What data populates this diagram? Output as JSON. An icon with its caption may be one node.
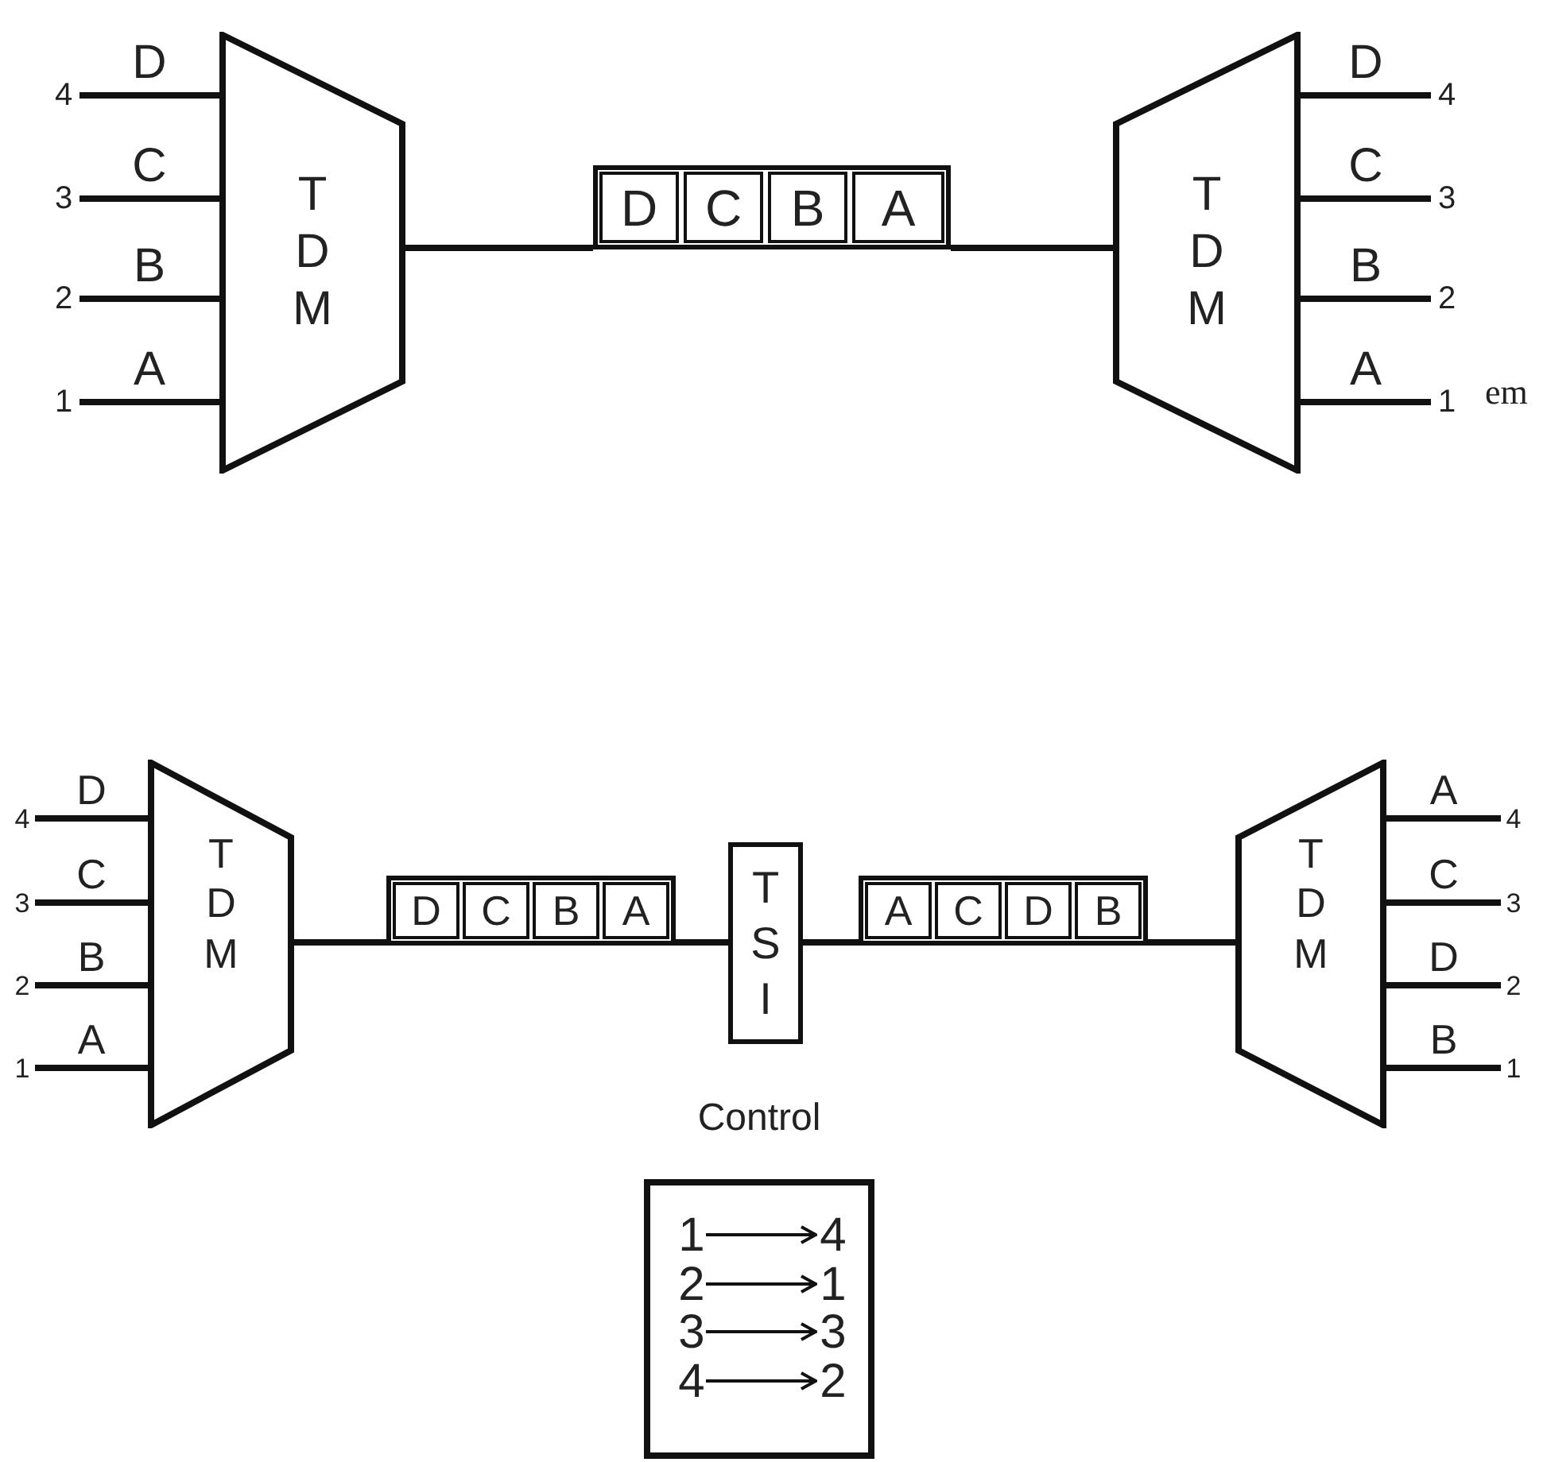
{
  "diagram": {
    "nodes": [
      {
        "text": [
          "4"
        ]
      },
      {
        "text": [
          "3"
        ]
      },
      {
        "text": [
          "2"
        ]
      },
      {
        "text": [
          "1"
        ]
      },
      {
        "text": [
          "T D M"
        ]
      },
      {
        "text": [],
        "shape": "box"
      },
      {
        "text": [
          "D"
        ],
        "in": 5
      },
      {
        "text": [
          "C"
        ],
        "in": 5
      },
      {
        "text": [
          "B"
        ],
        "in": 5
      },
      {
        "text": [
          "A"
        ],
        "in": 5
      },
      {
        "text": [
          "T D M"
        ]
      },
      {
        "text": [
          "4"
        ]
      },
      {
        "text": [
          "3"
        ]
      },
      {
        "text": [
          "2"
        ]
      },
      {
        "text": [
          "1"
        ]
      },
      {
        "text": [
          "4"
        ]
      },
      {
        "text": [
          "3"
        ]
      },
      {
        "text": [
          "2"
        ]
      },
      {
        "text": [
          "1"
        ]
      },
      {
        "text": [
          "T D M"
        ]
      },
      {
        "text": [],
        "shape": "box"
      },
      {
        "text": [
          "D"
        ],
        "in": 20
      },
      {
        "text": [
          "C"
        ],
        "in": 20
      },
      {
        "text": [
          "B"
        ],
        "in": 20
      },
      {
        "text": [
          "A"
        ],
        "in": 20
      },
      {
        "text": [
          "T S I"
        ]
      },
      {
        "text": [],
        "shape": "box"
      },
      {
        "text": [
          "A"
        ],
        "in": 26
      },
      {
        "text": [
          "C"
        ],
        "in": 26
      },
      {
        "text": [
          "D"
        ],
        "in": 26
      },
      {
        "text": [
          "B"
        ],
        "in": 26
      },
      {
        "text": [
          "T D M"
        ]
      },
      {
        "text": [
          "4"
        ]
      },
      {
        "text": [
          "3"
        ]
      },
      {
        "text": [
          "2"
        ]
      },
      {
        "text": [
          "1"
        ]
      },
      {
        "text": [
          "Control"
        ]
      },
      {
        "text": [
          "1"
        ],
        "in": 36
      },
      {
        "text": [
          "4"
        ],
        "in": 36
      },
      {
        "text": [
          "2"
        ],
        "in": 36
      },
      {
        "text": [
          "1"
        ],
        "in": 36
      },
      {
        "text": [
          "3"
        ],
        "in": 36
      },
      {
        "text": [
          "3"
        ],
        "in": 36
      },
      {
        "text": [
          "4"
        ],
        "in": 36
      },
      {
        "text": [
          "2"
        ],
        "in": 36
      }
    ],
    "edges": [
      {
        "from": 0,
        "to": 4,
        "arrow": "none",
        "label": "D"
      },
      {
        "from": 1,
        "to": 4,
        "arrow": "none",
        "label": "C"
      },
      {
        "from": 2,
        "to": 4,
        "arrow": "none",
        "label": "B"
      },
      {
        "from": 3,
        "to": 4,
        "arrow": "none",
        "label": "A"
      },
      {
        "from": 4,
        "to": 5,
        "arrow": "none"
      },
      {
        "from": 5,
        "to": 10,
        "arrow": "none"
      },
      {
        "from": 10,
        "to": 11,
        "arrow": "none",
        "label": "D"
      },
      {
        "from": 10,
        "to": 12,
        "arrow": "none",
        "label": "C"
      },
      {
        "from": 10,
        "to": 13,
        "arrow": "none",
        "label": "B"
      },
      {
        "from": 10,
        "to": 14,
        "arrow": "none",
        "label": "A"
      },
      {
        "from": 15,
        "to": 19,
        "arrow": "none",
        "label": "D"
      },
      {
        "from": 16,
        "to": 19,
        "arrow": "none",
        "label": "C"
      },
      {
        "from": 17,
        "to": 19,
        "arrow": "none",
        "label": "B"
      },
      {
        "from": 18,
        "to": 19,
        "arrow": "none",
        "label": "A"
      },
      {
        "from": 19,
        "to": 20,
        "arrow": "none"
      },
      {
        "from": 20,
        "to": 25,
        "arrow": "none"
      },
      {
        "from": 25,
        "to": 26,
        "arrow": "none"
      },
      {
        "from": 26,
        "to": 31,
        "arrow": "none"
      },
      {
        "from": 31,
        "to": 32,
        "arrow": "none",
        "label": "A"
      },
      {
        "from": 31,
        "to": 33,
        "arrow": "none",
        "label": "C"
      },
      {
        "from": 31,
        "to": 34,
        "arrow": "none",
        "label": "D"
      },
      {
        "from": 31,
        "to": 35,
        "arrow": "none",
        "label": "B"
      },
      {
        "from": 37,
        "to": 38,
        "arrow": "to"
      },
      {
        "from": 39,
        "to": 40,
        "arrow": "to"
      },
      {
        "from": 41,
        "to": 42,
        "arrow": "to"
      },
      {
        "from": 43,
        "to": 44,
        "arrow": "to"
      }
    ],
    "labels": [
      "em"
    ]
  }
}
